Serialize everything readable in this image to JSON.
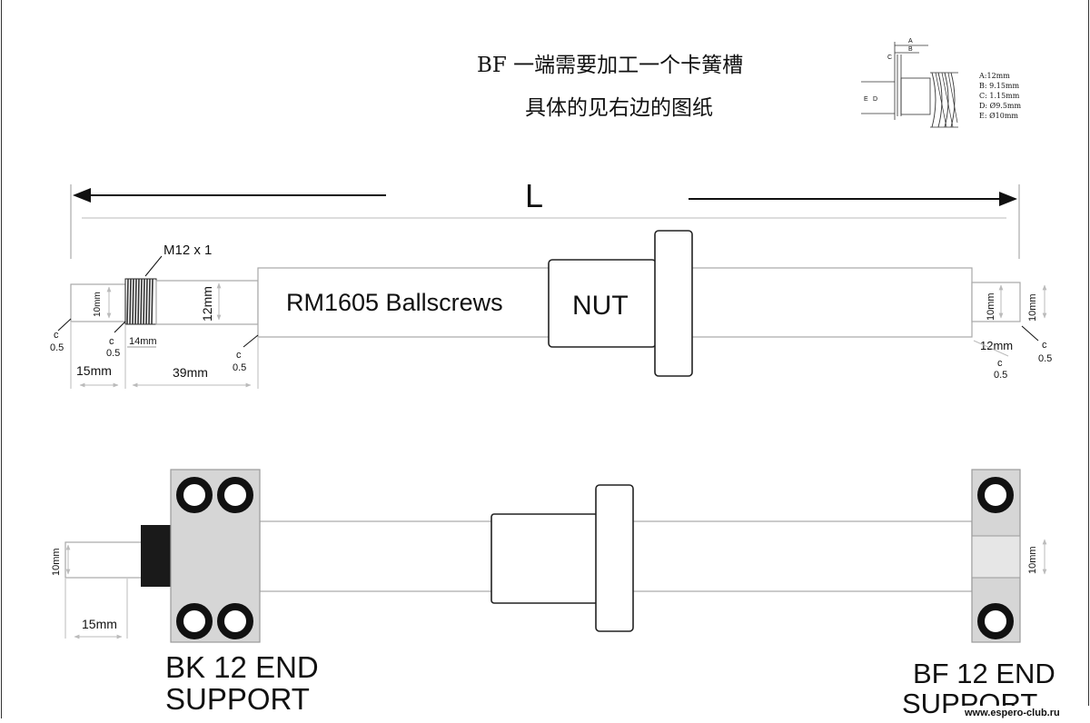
{
  "header": {
    "line1": "BF  一端需要加工一个卡簧槽",
    "line2": "具体的见右边的图纸"
  },
  "groove_detail": {
    "letters": [
      "A",
      "B",
      "C",
      "D",
      "E"
    ],
    "specs": [
      "A:12mm",
      "B: 9.15mm",
      "C: 1.15mm",
      "D: Ø9.5mm",
      "E: Ø10mm"
    ]
  },
  "length_label": "L",
  "screw": {
    "title": "RM1605  Ballscrews",
    "nut_label": "NUT",
    "thread_label": "M12 x 1",
    "dims": {
      "left_end_dia": "10mm",
      "thread_len": "14mm",
      "shoulder_dia": "12mm",
      "left_end_len": "15mm",
      "thread_section_len": "39mm",
      "right_end_dia_inner": "10mm",
      "right_end_dia_outer": "10mm",
      "right_end_len": "12mm"
    },
    "chamfers": {
      "c_left_end": [
        "c",
        "0.5"
      ],
      "c_thread": [
        "c",
        "0.5"
      ],
      "c_shoulder": [
        "c",
        "0.5"
      ],
      "c_right_a": [
        "c",
        "0.5"
      ],
      "c_right_b": [
        "c",
        "0.5"
      ]
    }
  },
  "assembly": {
    "left_end_dia": "10mm",
    "left_end_len": "15mm",
    "right_end_dia": "10mm",
    "bk_label_line1": "BK 12 END",
    "bk_label_line2": "SUPPORT",
    "bf_label_line1": "BF 12 END",
    "bf_label_line2": "SUPPORT"
  },
  "watermark": "www.espero-club.ru",
  "colors": {
    "line": "#111111",
    "shaft_outline": "#a8a8a8",
    "support_block": "#d6d6d6",
    "bearing_ring": "#111111"
  }
}
